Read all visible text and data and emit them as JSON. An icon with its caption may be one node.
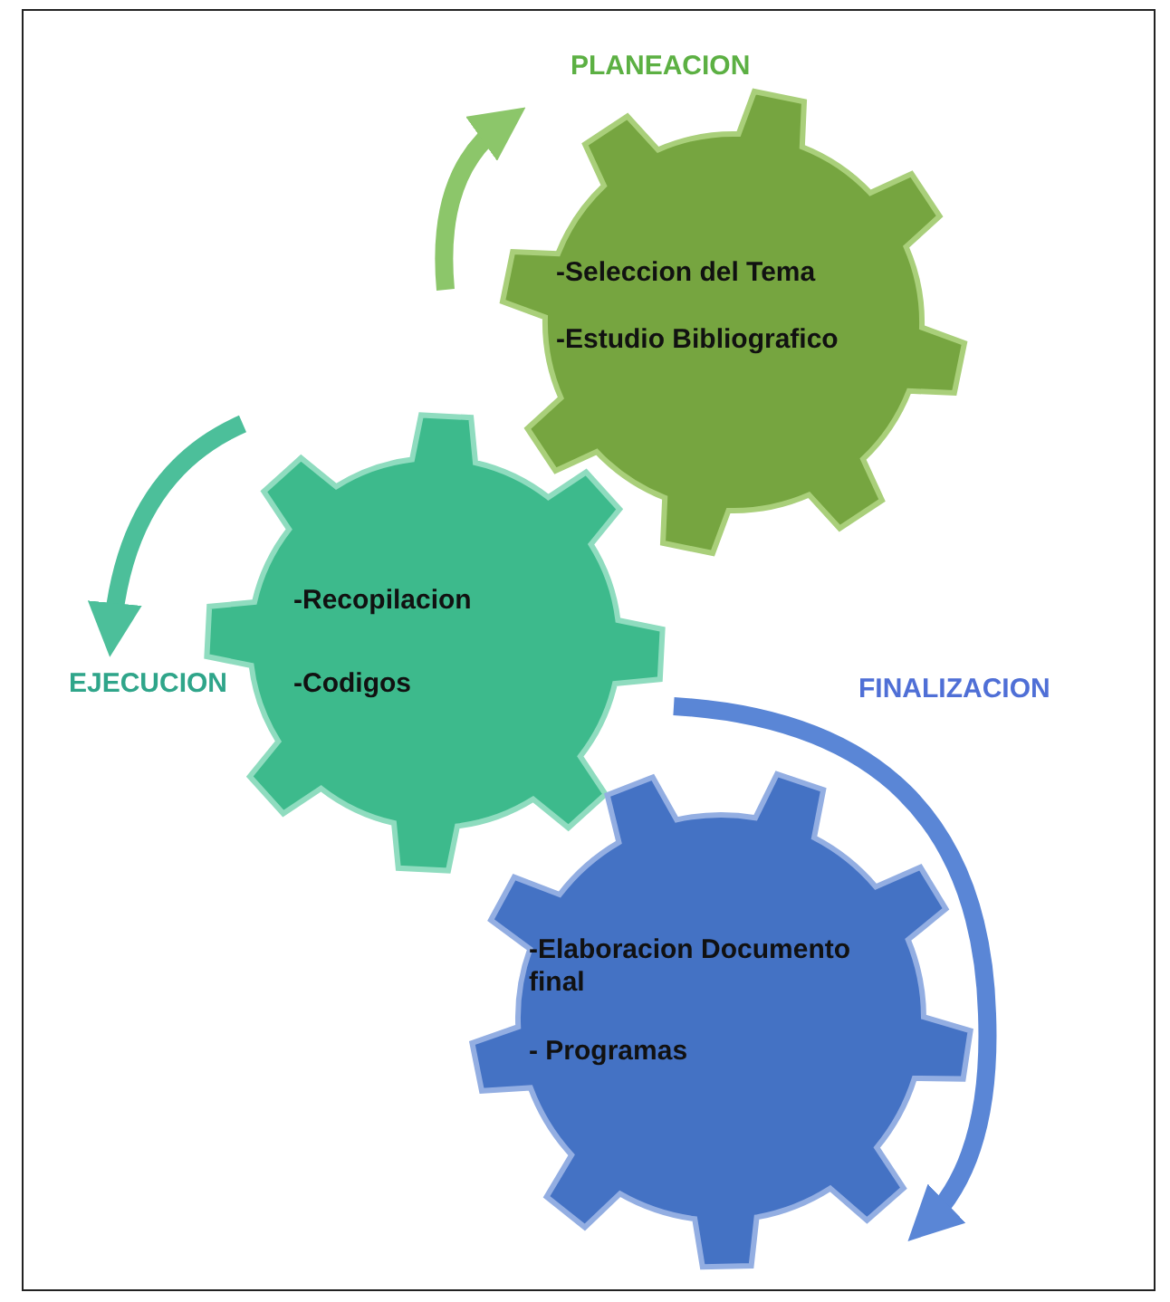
{
  "diagram": {
    "nodes": [
      {
        "text": [
          "PLANEACION",
          "-Seleccion del Tema",
          "-Estudio Bibliografico"
        ]
      },
      {
        "text": [
          "EJECUCION",
          "-Recopilacion",
          "-Codigos"
        ]
      },
      {
        "text": [
          "FINALIZACION",
          "-Elaboracion Documento final",
          "- Programas"
        ]
      }
    ]
  }
}
